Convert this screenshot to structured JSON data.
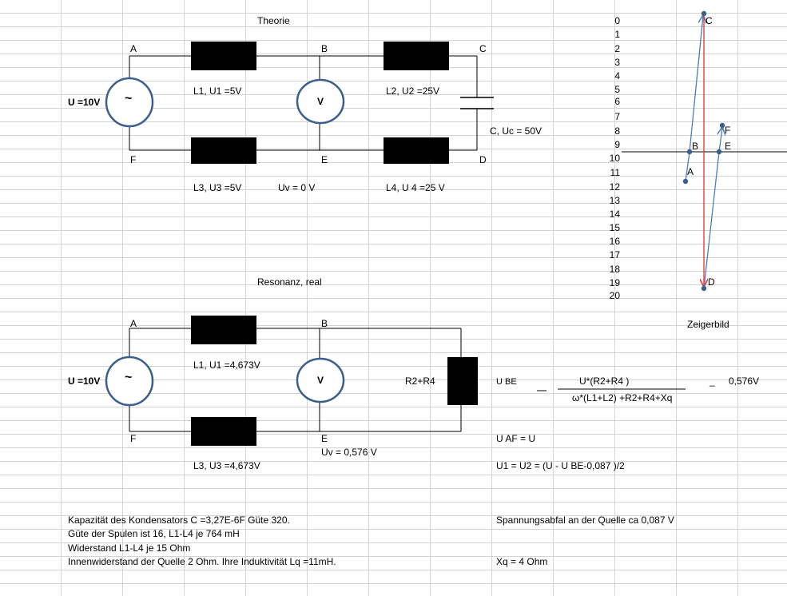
{
  "theorie": {
    "title": "Theorie",
    "nodes": {
      "A": "A",
      "B": "B",
      "C": "C",
      "D": "D",
      "E": "E",
      "F": "F"
    },
    "source_label": "U =10V",
    "source_symbol": "~",
    "voltmeter_symbol": "V",
    "l1": "L1, U1 =5V",
    "l2": "L2, U2 =25V",
    "l3": "L3, U3 =5V",
    "l4": "L4, U 4 =25 V",
    "uv": "Uv = 0 V",
    "capacitor": "C, Uc = 50V"
  },
  "real": {
    "title": "Resonanz, real",
    "nodes": {
      "A": "A",
      "B": "B",
      "E": "E",
      "F": "F"
    },
    "source_label": "U =10V",
    "source_symbol": "~",
    "voltmeter_symbol": "V",
    "l1": "L1, U1 =4,673V",
    "l3": "L3, U3 =4,673V",
    "uv": "Uv = 0,576 V",
    "resistor": "R2+R4"
  },
  "formula": {
    "lhs": "U BE",
    "eq1": "=",
    "numerator": "U*(R2+R4 )",
    "denominator": "ω*(L1+L2) +R2+R4+Xq",
    "eq2": "_",
    "result": "0,576V",
    "uaf": "U AF = U",
    "u1": "U1  = U2 = (U - U BE-0,087 )/2",
    "drop": "Spannungsabfal an der Quelle ca 0,087 V",
    "xq": "Xq = 4 Ohm"
  },
  "notes": [
    "Kapazität des Kondensators C =3,27E-6F Güte 320.",
    "Güte der Spulen  ist 16, L1-L4 je 764 mH",
    "Widerstand L1-L4 je 15 Ohm",
    "Innenwiderstand der Quelle 2 Ohm. Ihre Induktivität Lq =11mH."
  ],
  "phasor": {
    "title": "Zeigerbild",
    "axis_ticks": [
      "0",
      "1",
      "2",
      "3",
      "4",
      "5",
      "6",
      "7",
      "8",
      "9",
      "10",
      "11",
      "12",
      "13",
      "14",
      "15",
      "16",
      "17",
      "18",
      "19",
      "20"
    ],
    "points": [
      "A",
      "B",
      "C",
      "D",
      "E",
      "F"
    ],
    "colors": {
      "blue": "#4a7ebb",
      "red": "#e8302c"
    }
  }
}
